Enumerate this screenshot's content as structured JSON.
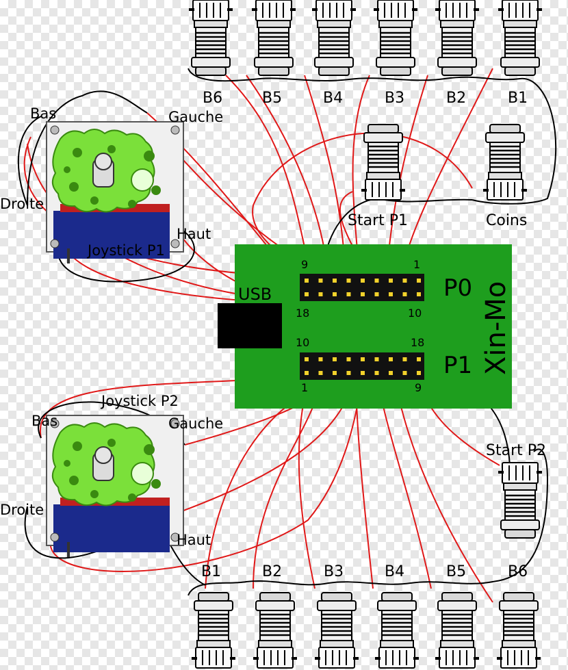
{
  "board": {
    "name": "Xin-Mo",
    "usb_label": "USB",
    "header_p0": "P0",
    "header_p1": "P1",
    "p0_pins": {
      "tl": "9",
      "tr": "1",
      "bl": "18",
      "br": "10"
    },
    "p1_pins": {
      "tl": "10",
      "tr": "18",
      "bl": "1",
      "br": "9"
    }
  },
  "player1": {
    "joystick_label": "Joystick P1",
    "dirs": {
      "down": "Bas",
      "left": "Gauche",
      "right": "Droite",
      "up": "Haut"
    },
    "buttons": [
      "B6",
      "B5",
      "B4",
      "B3",
      "B2",
      "B1"
    ],
    "start_label": "Start P1",
    "coins_label": "Coins"
  },
  "player2": {
    "joystick_label": "Joystick P2",
    "dirs": {
      "down": "Bas",
      "left": "Gauche",
      "right": "Droite",
      "up": "Haut"
    },
    "buttons": [
      "B1",
      "B2",
      "B3",
      "B4",
      "B5",
      "B6"
    ],
    "start_label": "Start P2"
  },
  "colors": {
    "board_green": "#1e9e1e",
    "header_black": "#111111",
    "pin_yellow": "#f2d22b",
    "wire_red": "#e01818",
    "wire_black": "#000000",
    "actuator_green": "#7be03a"
  }
}
